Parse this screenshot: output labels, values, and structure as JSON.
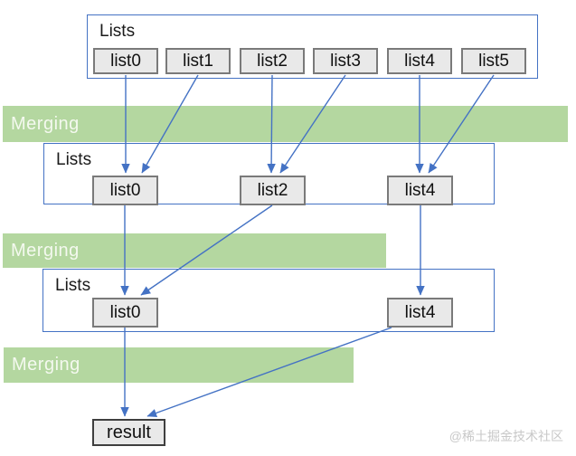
{
  "diagram": {
    "merging_label": "Merging",
    "levels": [
      {
        "label": "Lists",
        "items": [
          "list0",
          "list1",
          "list2",
          "list3",
          "list4",
          "list5"
        ]
      },
      {
        "label": "Lists",
        "items": [
          "list0",
          "list2",
          "list4"
        ]
      },
      {
        "label": "Lists",
        "items": [
          "list0",
          "list4"
        ]
      }
    ],
    "result_label": "result",
    "edges": [
      {
        "from": "level1.list0",
        "to": "level2.list0"
      },
      {
        "from": "level1.list1",
        "to": "level2.list0"
      },
      {
        "from": "level1.list2",
        "to": "level2.list2"
      },
      {
        "from": "level1.list3",
        "to": "level2.list2"
      },
      {
        "from": "level1.list4",
        "to": "level2.list4"
      },
      {
        "from": "level1.list5",
        "to": "level2.list4"
      },
      {
        "from": "level2.list0",
        "to": "level3.list0"
      },
      {
        "from": "level2.list2",
        "to": "level3.list0"
      },
      {
        "from": "level2.list4",
        "to": "level3.list4"
      },
      {
        "from": "level3.list0",
        "to": "result"
      },
      {
        "from": "level3.list4",
        "to": "result"
      }
    ]
  },
  "watermark": "@稀土掘金技术社区",
  "colors": {
    "band_green": "#b4d7a0",
    "band_text": "#f4f9ef",
    "container_border_blue": "#4472c4",
    "arrow_blue": "#4472c4",
    "node_fill": "#e9e9e9",
    "node_border": "#7a7a7a",
    "result_border": "#3f3f3f",
    "watermark_gray": "#c8c8c8"
  }
}
